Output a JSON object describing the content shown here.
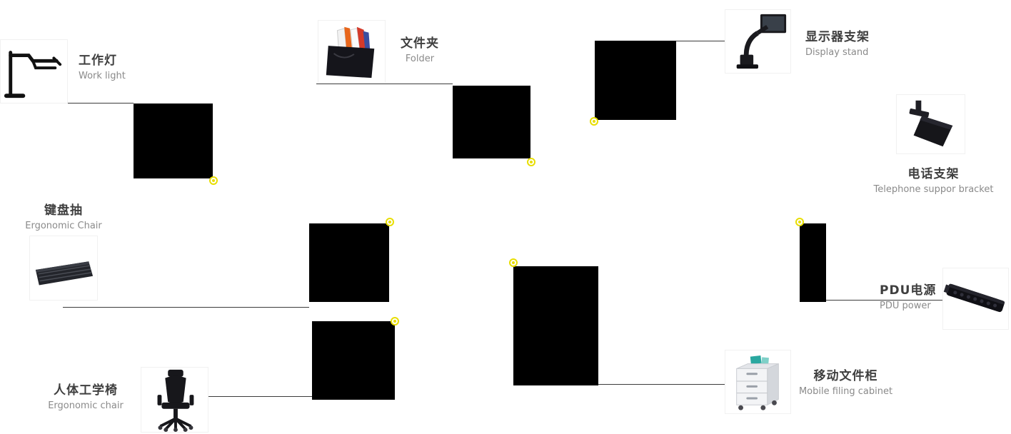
{
  "page": {
    "background": "#ffffff",
    "type": "product-callout-diagram"
  },
  "colors": {
    "marker": "#e8de00",
    "callout_line": "#3c3c3c",
    "label_zh": "#3f3f3f",
    "label_en": "#8a8a8a",
    "product_block": "#000000"
  },
  "items": {
    "work_light": {
      "zh": "工作灯",
      "en": "Work light"
    },
    "folder": {
      "zh": "文件夹",
      "en": "Folder"
    },
    "display_stand": {
      "zh": "显示器支架",
      "en": "Display stand"
    },
    "telephone_bracket": {
      "zh": "电话支架",
      "en": "Telephone suppor bracket"
    },
    "keyboard_tray": {
      "zh": "键盘抽",
      "en": "Ergonomic Chair"
    },
    "ergonomic_chair": {
      "zh": "人体工学椅",
      "en": "Ergonomic chair"
    },
    "mobile_cabinet": {
      "zh": "移动文件柜",
      "en": "Mobile filing cabinet"
    },
    "pdu_power": {
      "zh": "PDU电源",
      "en": "PDU power"
    }
  },
  "icons": {
    "work_light_photo": "desk-work-light",
    "folder_photo": "file-folder-box",
    "display_stand_photo": "monitor-arm",
    "telephone_bracket_photo": "telephone-bracket",
    "keyboard_tray_photo": "keyboard",
    "ergonomic_chair_photo": "office-chair",
    "mobile_cabinet_photo": "drawer-cabinet",
    "pdu_power_photo": "pdu-strip",
    "hotspot": "yellow-ring-dot"
  }
}
